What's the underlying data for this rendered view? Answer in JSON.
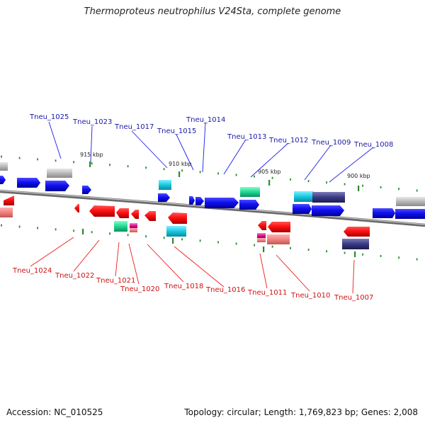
{
  "title": "Thermoproteus neutrophilus V24Sta, complete genome",
  "footer": {
    "accession": "Accession: NC_010525",
    "topology": "Topology: circular; Length: 1,769,823 bp; Genes: 2,008"
  },
  "colors": {
    "forward": "#1a1aee",
    "reverse": "#ee1a1a",
    "forward_label": "#1a1aaa",
    "reverse_label": "#cc1111",
    "tick": "#2e8b2e",
    "axis": "#888888"
  },
  "scale_labels": [
    "915 kbp",
    "910 kbp",
    "905 kbp",
    "900 kbp"
  ],
  "forward_labels": [
    "Tneu_1025",
    "Tneu_1023",
    "Tneu_1017",
    "Tneu_1015",
    "Tneu_1014",
    "Tneu_1013",
    "Tneu_1012",
    "Tneu_1009",
    "Tneu_1008"
  ],
  "reverse_labels": [
    "Tneu_1024",
    "Tneu_1022",
    "Tneu_1021",
    "Tneu_1020",
    "Tneu_1018",
    "Tneu_1016",
    "Tneu_1011",
    "Tneu_1010",
    "Tneu_1007"
  ]
}
